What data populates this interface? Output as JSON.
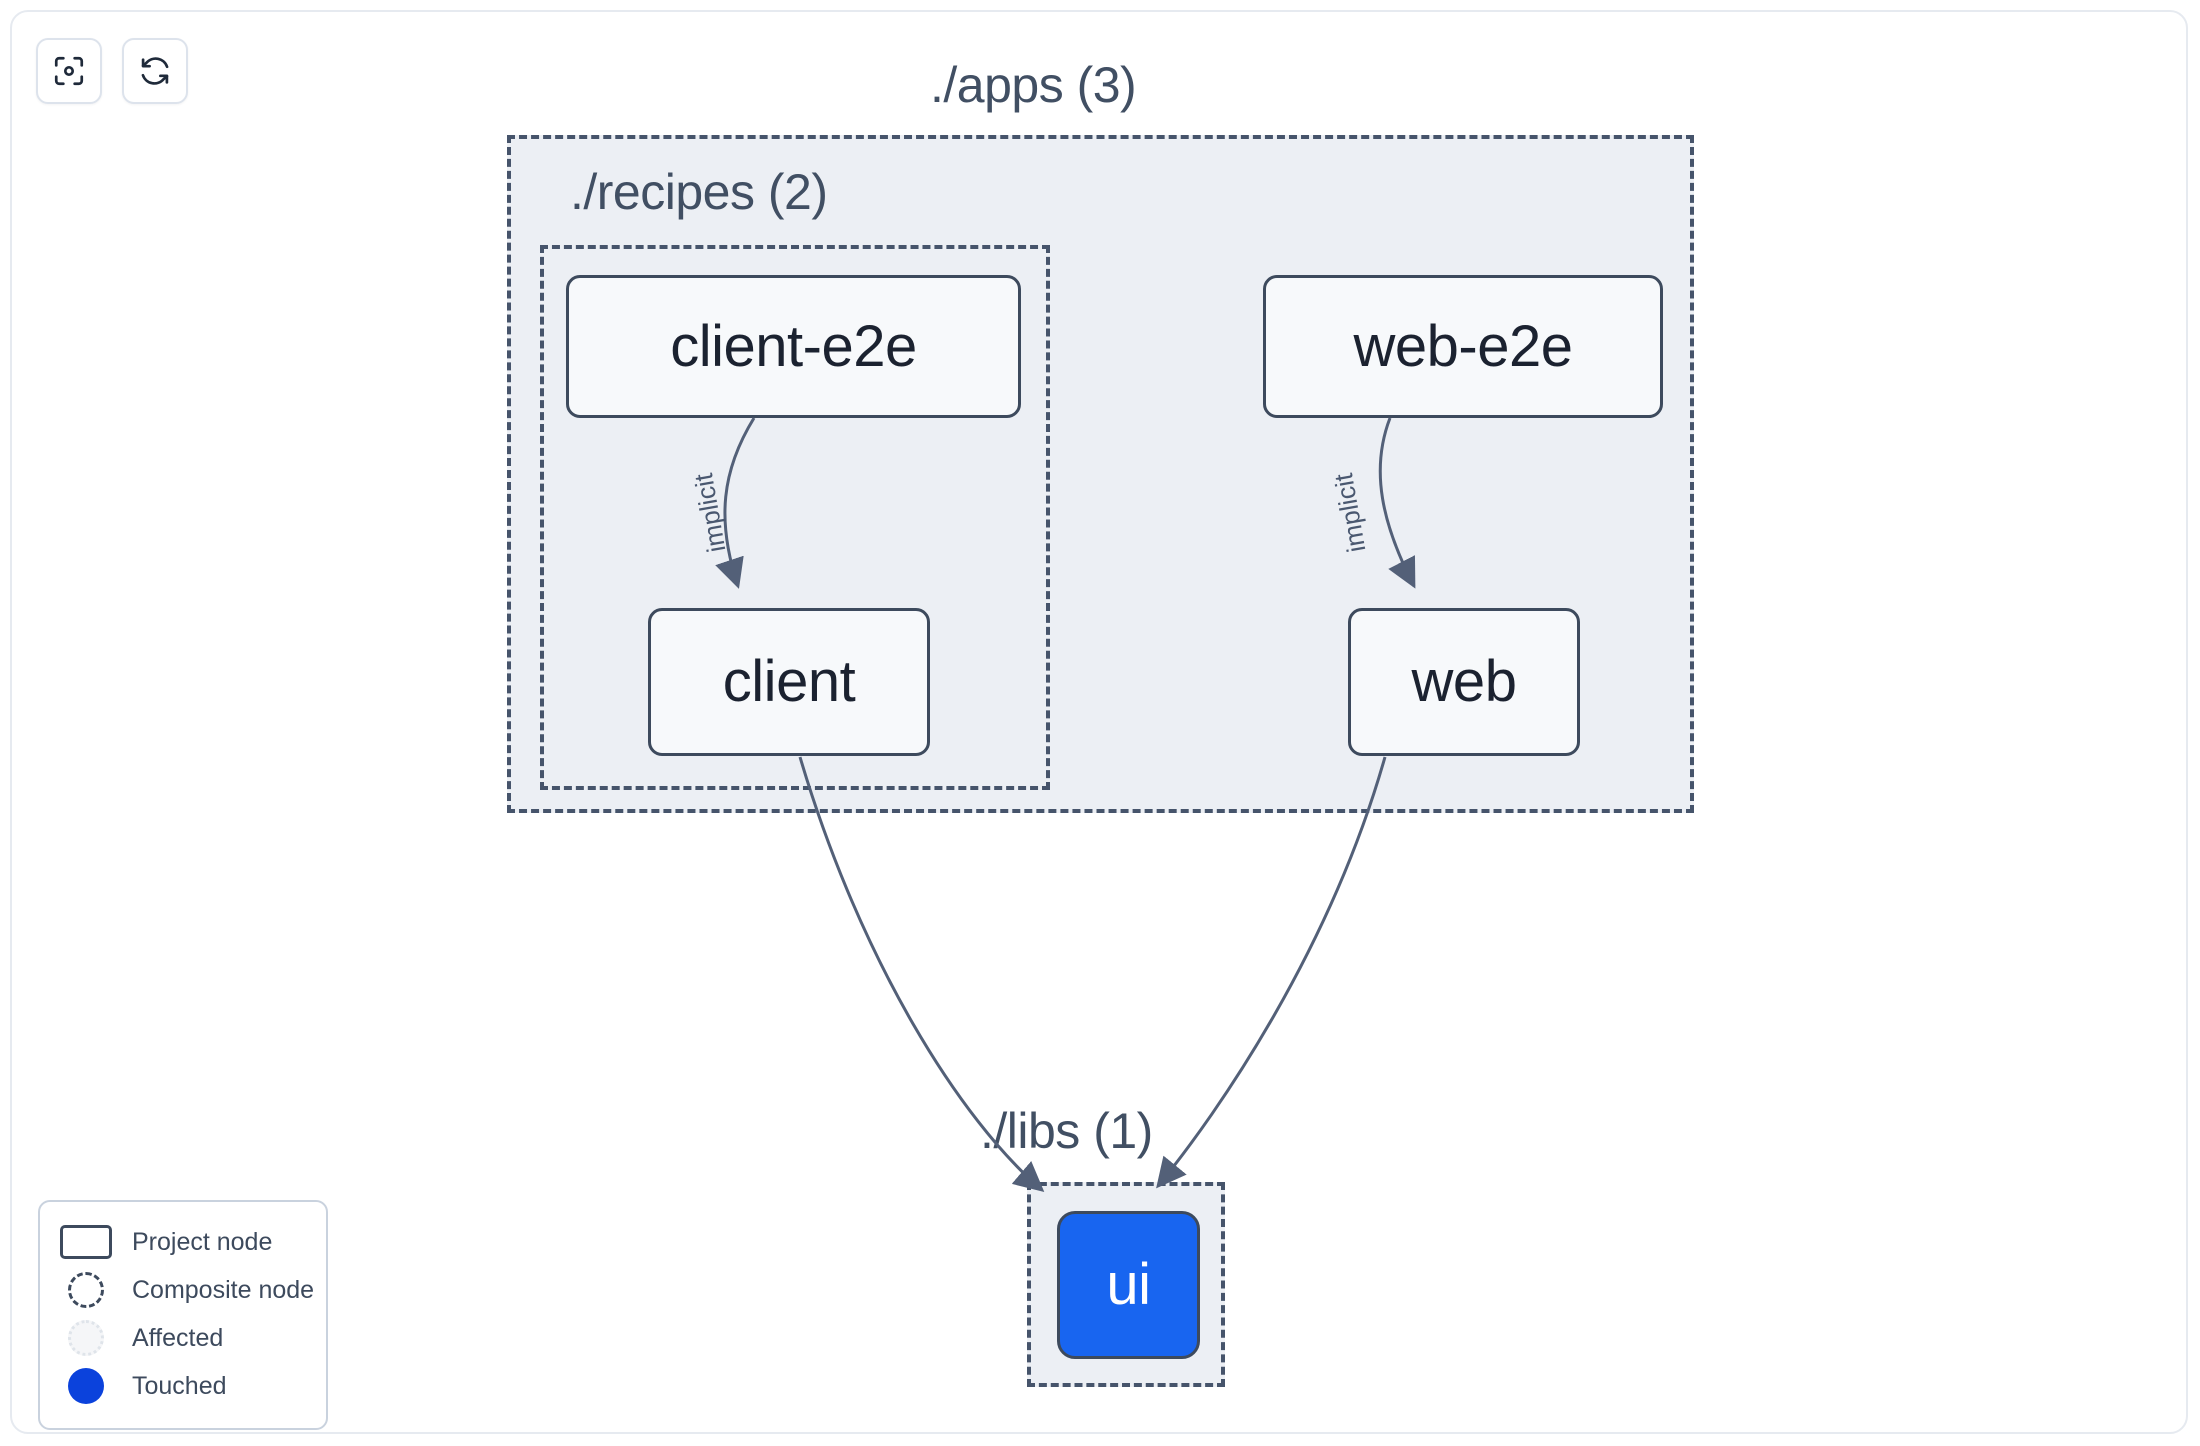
{
  "toolbar": {
    "buttons": [
      {
        "name": "focus-graph-button",
        "icon": "focus-scan-icon",
        "label": ""
      },
      {
        "name": "refresh-graph-button",
        "icon": "refresh-icon",
        "label": ""
      }
    ]
  },
  "graph": {
    "groups": [
      {
        "id": "apps",
        "label": "./apps (3)",
        "count": 3
      },
      {
        "id": "recipes",
        "label": "./recipes (2)",
        "count": 2
      },
      {
        "id": "libs",
        "label": "./libs (1)",
        "count": 1
      }
    ],
    "nodes": [
      {
        "id": "client-e2e",
        "label": "client-e2e",
        "state": "project"
      },
      {
        "id": "web-e2e",
        "label": "web-e2e",
        "state": "project"
      },
      {
        "id": "client",
        "label": "client",
        "state": "project"
      },
      {
        "id": "web",
        "label": "web",
        "state": "project"
      },
      {
        "id": "ui",
        "label": "ui",
        "state": "touched"
      }
    ],
    "edges": [
      {
        "from": "client-e2e",
        "to": "client",
        "label": "implicit"
      },
      {
        "from": "web-e2e",
        "to": "web",
        "label": "implicit"
      },
      {
        "from": "client",
        "to": "ui",
        "label": ""
      },
      {
        "from": "web",
        "to": "ui",
        "label": ""
      }
    ]
  },
  "legend": {
    "items": [
      {
        "swatch": "project-node-swatch",
        "label": "Project node"
      },
      {
        "swatch": "composite-node-swatch",
        "label": "Composite node"
      },
      {
        "swatch": "affected-swatch",
        "label": "Affected"
      },
      {
        "swatch": "touched-swatch",
        "label": "Touched"
      }
    ]
  },
  "colors": {
    "group_fill": "#eceff4",
    "group_border": "#46546b",
    "node_fill": "#f7f9fb",
    "node_border": "#3d4a5d",
    "touched_blue": "#1865f0",
    "legend_touched_blue": "#0b42dc",
    "edge_stroke": "#536078",
    "label_slate": "#414f63"
  }
}
